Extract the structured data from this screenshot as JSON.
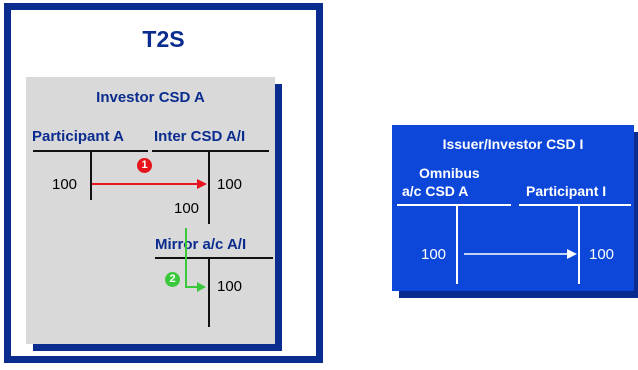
{
  "t2s": {
    "title": "T2S",
    "investor_csd": {
      "title": "Investor CSD A",
      "accounts": {
        "participant_a": "Participant A",
        "inter_csd": "Inter CSD A/I",
        "mirror": "Mirror a/c A/I"
      },
      "values": {
        "participant_debit": "100",
        "inter_credit": "100",
        "inter_debit": "100",
        "mirror_credit": "100"
      },
      "steps": [
        "1",
        "2"
      ],
      "colors": {
        "step1": "#e8141b",
        "step2": "#3cc83c"
      }
    }
  },
  "issuer_csd": {
    "title": "Issuer/Investor CSD I",
    "accounts": {
      "omnibus_line1": "Omnibus",
      "omnibus_line2": "a/c CSD A",
      "participant_i": "Participant I"
    },
    "values": {
      "omnibus_debit": "100",
      "participant_credit": "100"
    }
  },
  "colors": {
    "navy": "#0a2c8e",
    "issuer_blue": "#0d47d9",
    "panel_grey": "#d9d9d9"
  }
}
